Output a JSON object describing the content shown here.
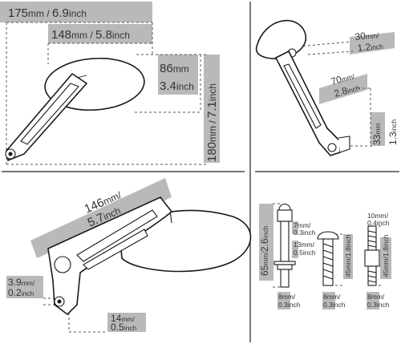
{
  "panel_top_left": {
    "overall_width_mm": "175",
    "overall_width_unit_mm": "mm",
    "overall_width_in": "6.9",
    "overall_width_unit_in": "inch",
    "head_width_mm": "148",
    "head_width_in": "5.8",
    "head_height_mm": "86",
    "head_height_in": "3.4",
    "overall_height_mm": "180",
    "overall_height_in": "7.1",
    "unit_mm": "mm",
    "unit_in": "inch",
    "sep": " / "
  },
  "panel_top_right": {
    "depth_mm": "30",
    "depth_in": "1.2",
    "arm_mm": "70",
    "arm_in": "2.8",
    "base_mm": "33",
    "base_in": "1.3",
    "unit_mm": "mm",
    "unit_in": "inch",
    "sep": "/"
  },
  "panel_bottom_left": {
    "arm_mm": "146",
    "arm_in": "5.7",
    "offset_mm": "3.9",
    "offset_in": "0.2",
    "mount_mm": "14",
    "mount_in": "0.5",
    "unit_mm": "mm",
    "unit_in": "inch",
    "sep": "/"
  },
  "panel_bottom_right": {
    "bolt_total_mm": "65",
    "bolt_total_unit_mm": "mm",
    "bolt_total_in": "2.6",
    "bolt_total_unit_in": "inch",
    "nut_mm": "7",
    "nut_in": "0.3",
    "washer_mm": "13",
    "washer_in": "0.5",
    "screw_len_mm": "45",
    "screw_len_in": "1.8",
    "adapter_top_mm": "10",
    "adapter_top_in": "0.4",
    "adapter_len_mm": "45",
    "adapter_len_in": "1.8",
    "thread1_mm": "8",
    "thread1_in": "0.3",
    "thread2_mm": "8",
    "thread2_in": "0.3",
    "thread3_mm": "8",
    "thread3_in": "0.3",
    "unit_mm": "mm",
    "unit_in": "inch",
    "sep": "/"
  }
}
